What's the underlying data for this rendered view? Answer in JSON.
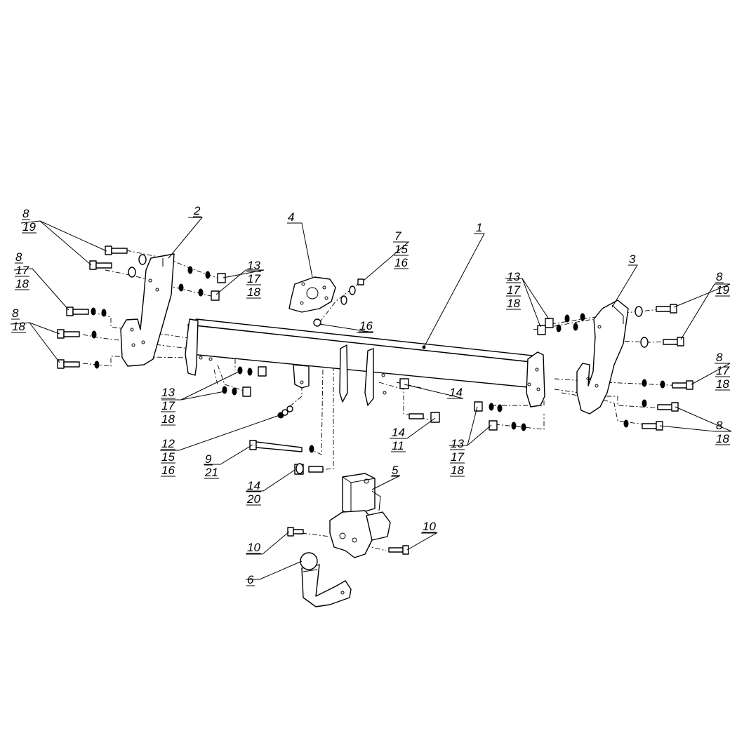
{
  "diagram": {
    "labels": [
      {
        "id": "c1",
        "lines": [
          "8",
          "19"
        ]
      },
      {
        "id": "c2",
        "lines": [
          "2"
        ]
      },
      {
        "id": "c3",
        "lines": [
          "8",
          "17",
          "18"
        ]
      },
      {
        "id": "c4",
        "lines": [
          "13",
          "17",
          "18"
        ]
      },
      {
        "id": "c5",
        "lines": [
          "8",
          "18"
        ]
      },
      {
        "id": "c6",
        "lines": [
          "4"
        ]
      },
      {
        "id": "c7",
        "lines": [
          "7",
          "15",
          "16"
        ]
      },
      {
        "id": "c8",
        "lines": [
          "16"
        ]
      },
      {
        "id": "c9",
        "lines": [
          "1"
        ]
      },
      {
        "id": "c10",
        "lines": [
          "3"
        ]
      },
      {
        "id": "c11",
        "lines": [
          "13",
          "17",
          "18"
        ]
      },
      {
        "id": "c12",
        "lines": [
          "8",
          "19"
        ]
      },
      {
        "id": "c13",
        "lines": [
          "13",
          "17",
          "18"
        ]
      },
      {
        "id": "c14",
        "lines": [
          "14"
        ]
      },
      {
        "id": "c15",
        "lines": [
          "8",
          "17",
          "18"
        ]
      },
      {
        "id": "c16",
        "lines": [
          "12",
          "15",
          "16"
        ]
      },
      {
        "id": "c17",
        "lines": [
          "14",
          "11"
        ]
      },
      {
        "id": "c18",
        "lines": [
          "13",
          "17",
          "18"
        ]
      },
      {
        "id": "c19",
        "lines": [
          "8",
          "18"
        ]
      },
      {
        "id": "c20",
        "lines": [
          "9",
          "21"
        ]
      },
      {
        "id": "c21",
        "lines": [
          "14",
          "20"
        ]
      },
      {
        "id": "c22",
        "lines": [
          "5"
        ]
      },
      {
        "id": "c23",
        "lines": [
          "10"
        ]
      },
      {
        "id": "c24",
        "lines": [
          "10"
        ]
      },
      {
        "id": "c25",
        "lines": [
          "6"
        ]
      }
    ]
  }
}
